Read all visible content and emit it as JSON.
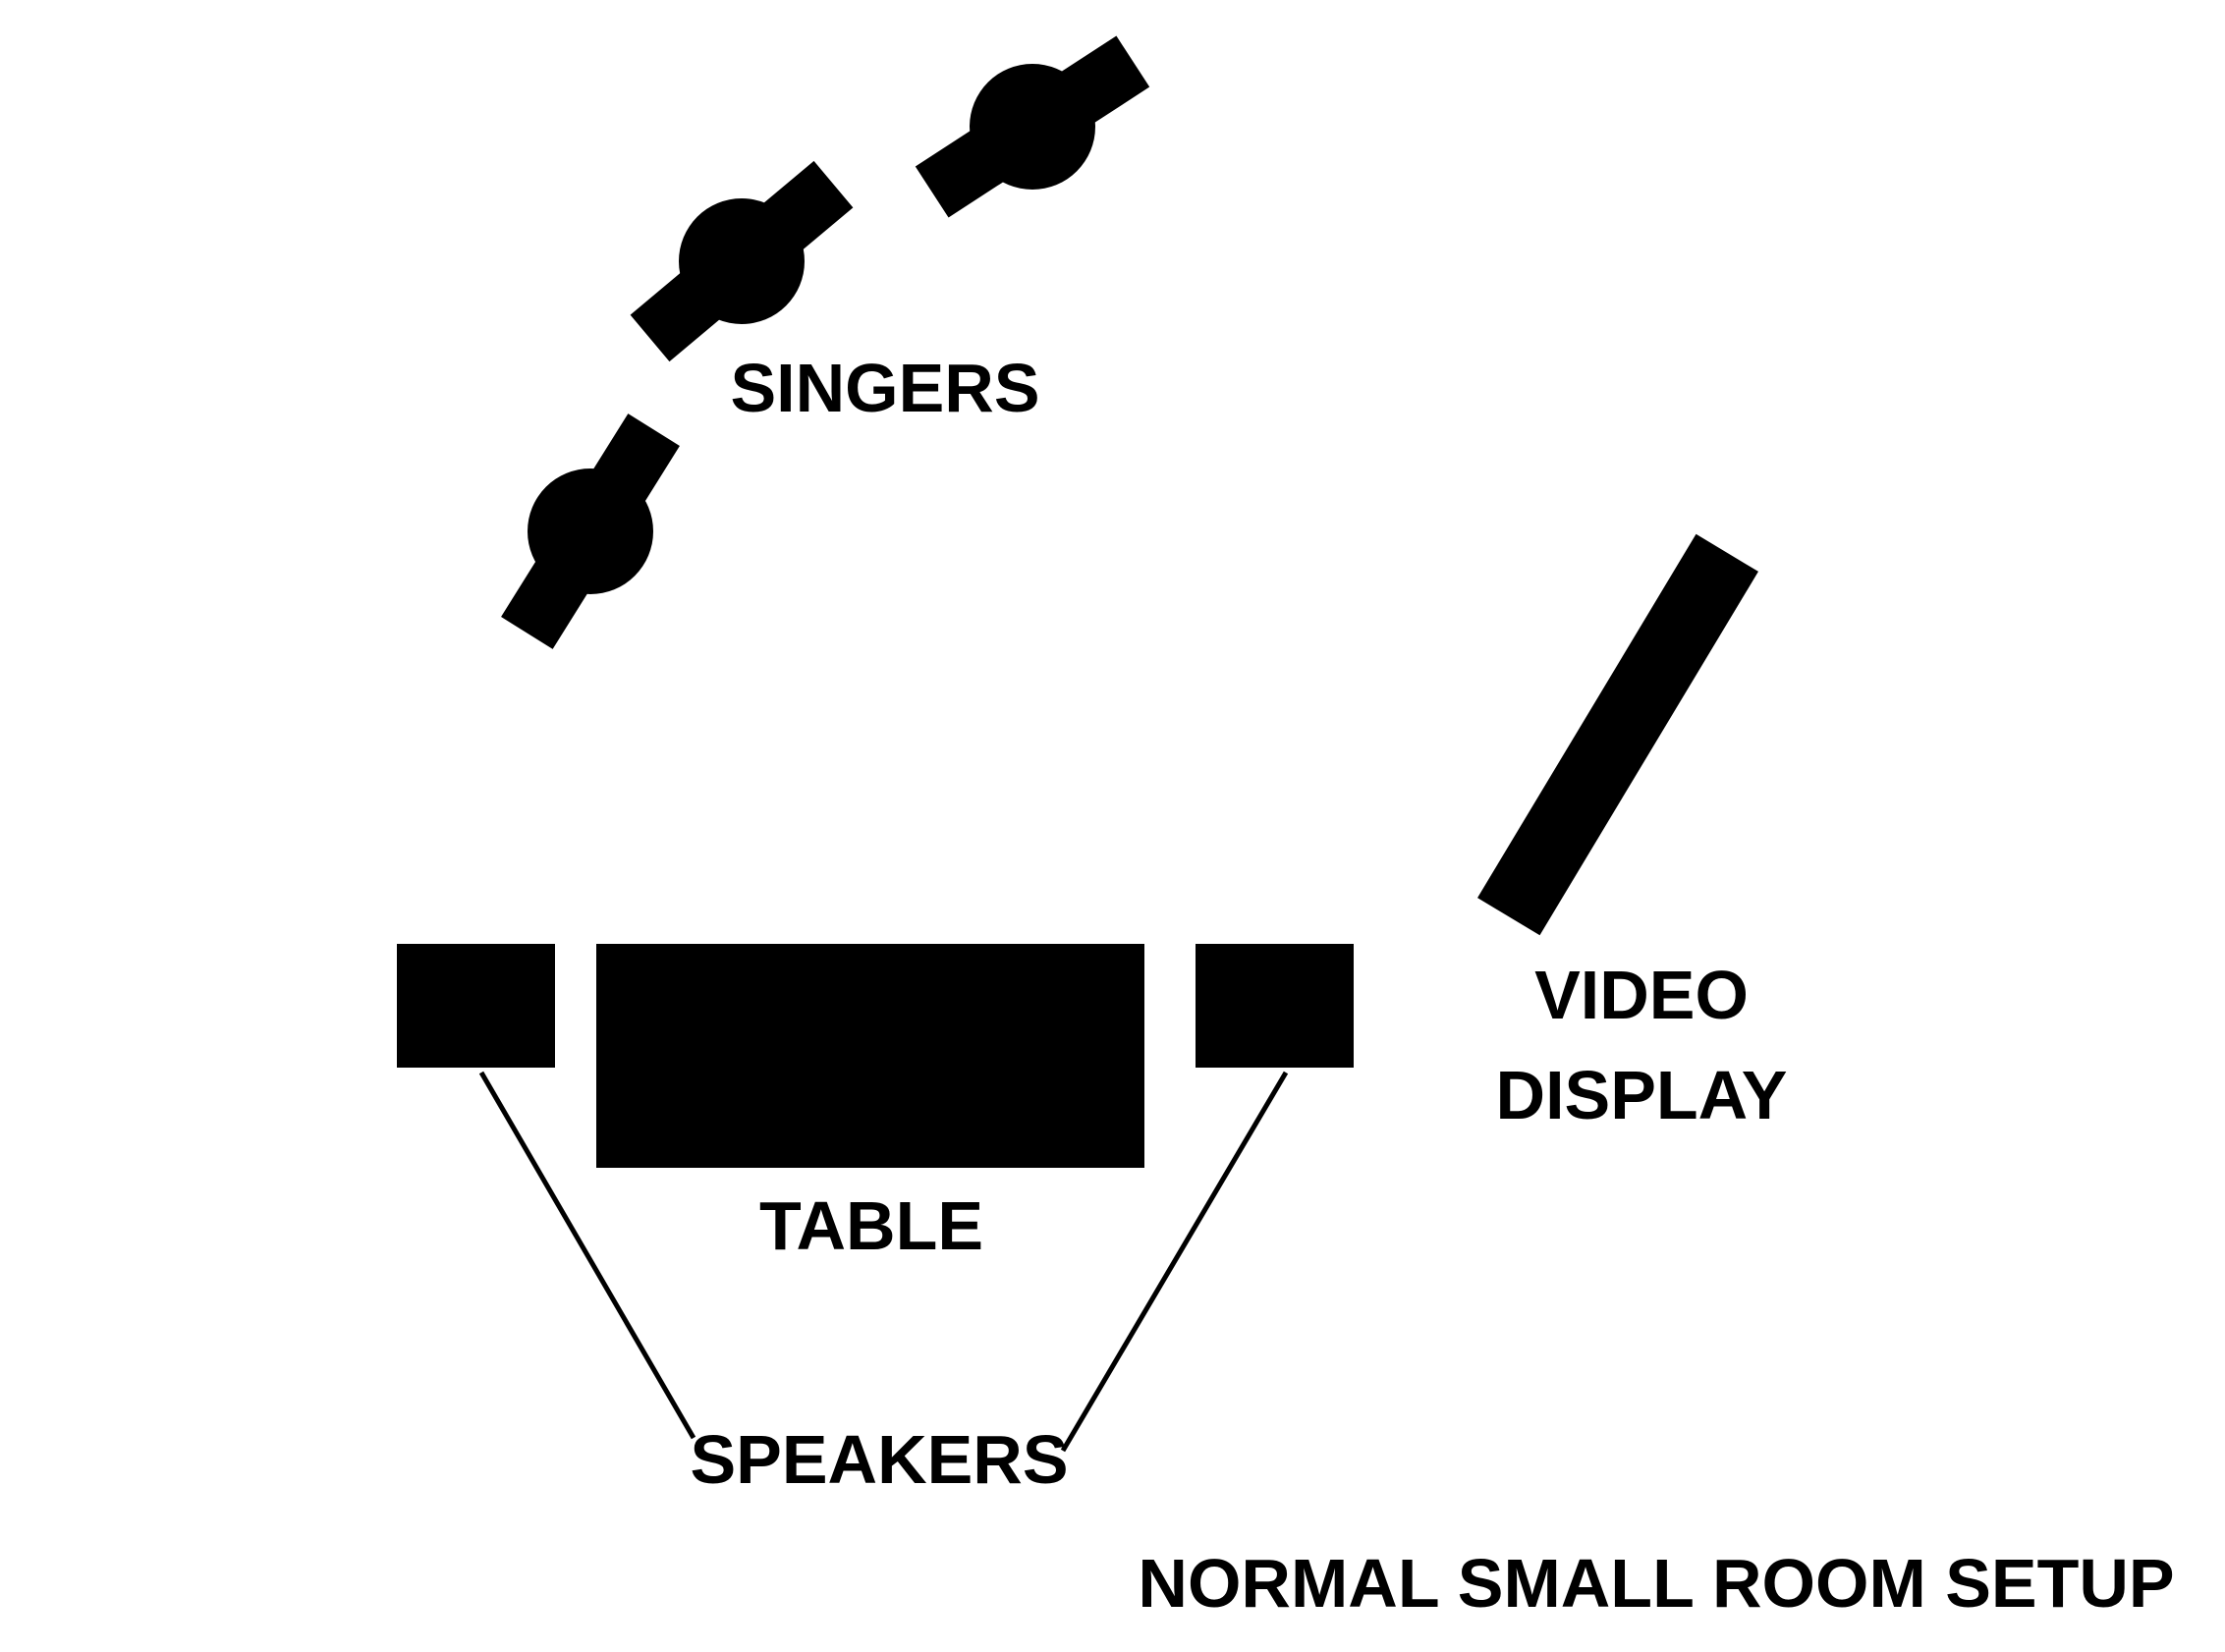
{
  "diagram": {
    "title": "NORMAL SMALL ROOM SETUP",
    "labels": {
      "singers": "SINGERS",
      "video_line1": "VIDEO",
      "video_line2": "DISPLAY",
      "table": "TABLE",
      "speakers": "SPEAKERS"
    },
    "colors": {
      "ink": "#000000",
      "background": "#ffffff"
    }
  }
}
